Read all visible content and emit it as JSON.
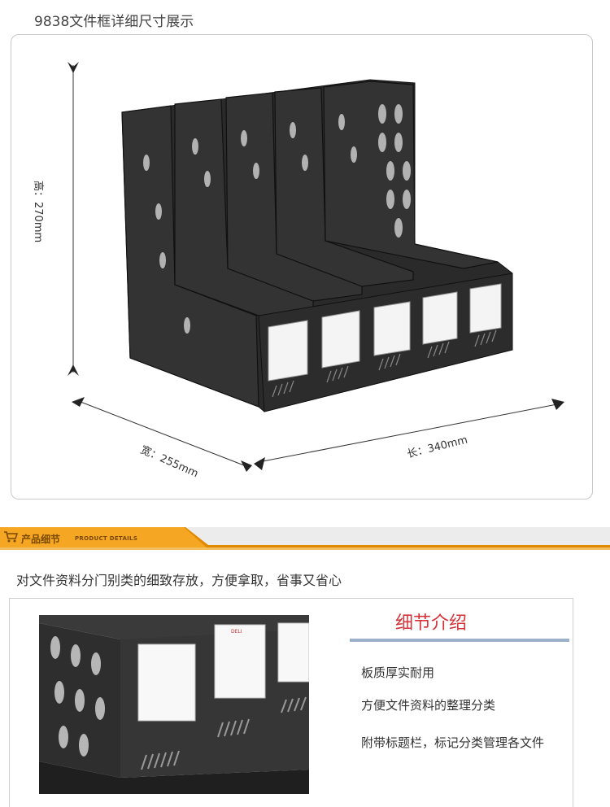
{
  "title": "9838文件框详细尺寸展示",
  "dimensions": {
    "height": "高：270mm",
    "width": "宽：255mm",
    "length": "长：340mm"
  },
  "banner": {
    "label": "产品细节",
    "label_en": "PRODUCT DETAILS",
    "colors": {
      "orange": "#f5a623",
      "dark": "#e08a00",
      "gray": "#d8d8d8"
    }
  },
  "subtitle": "对文件资料分门别类的细致存放，方便拿取，省事又省心",
  "details": {
    "heading": "细节介绍",
    "features": [
      "板质厚实耐用",
      "方便文件资料的整理分类",
      "附带标题栏，标记分类管理各文件"
    ],
    "photo_logo": "DELI"
  }
}
